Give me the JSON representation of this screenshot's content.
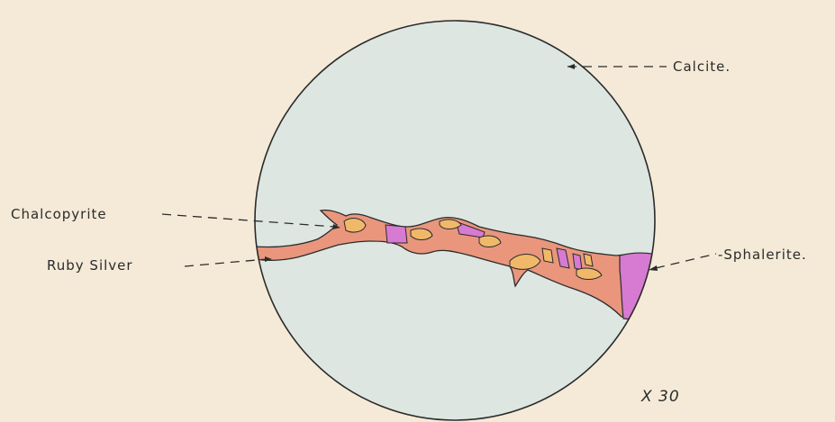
{
  "labels": {
    "calcite": "Calcite.",
    "chalcopyrite": "Chalcopyrite",
    "ruby_silver": "Ruby Silver",
    "sphalerite": "-Sphalerite."
  },
  "magnification": "X 30",
  "colors": {
    "paper": "#f4ead7",
    "calcite": "#dde6e0",
    "ruby_silver": "#e9967d",
    "chalcopyrite": "#f0b96a",
    "sphalerite": "#d77ad1",
    "ink": "#2b2b2b"
  }
}
